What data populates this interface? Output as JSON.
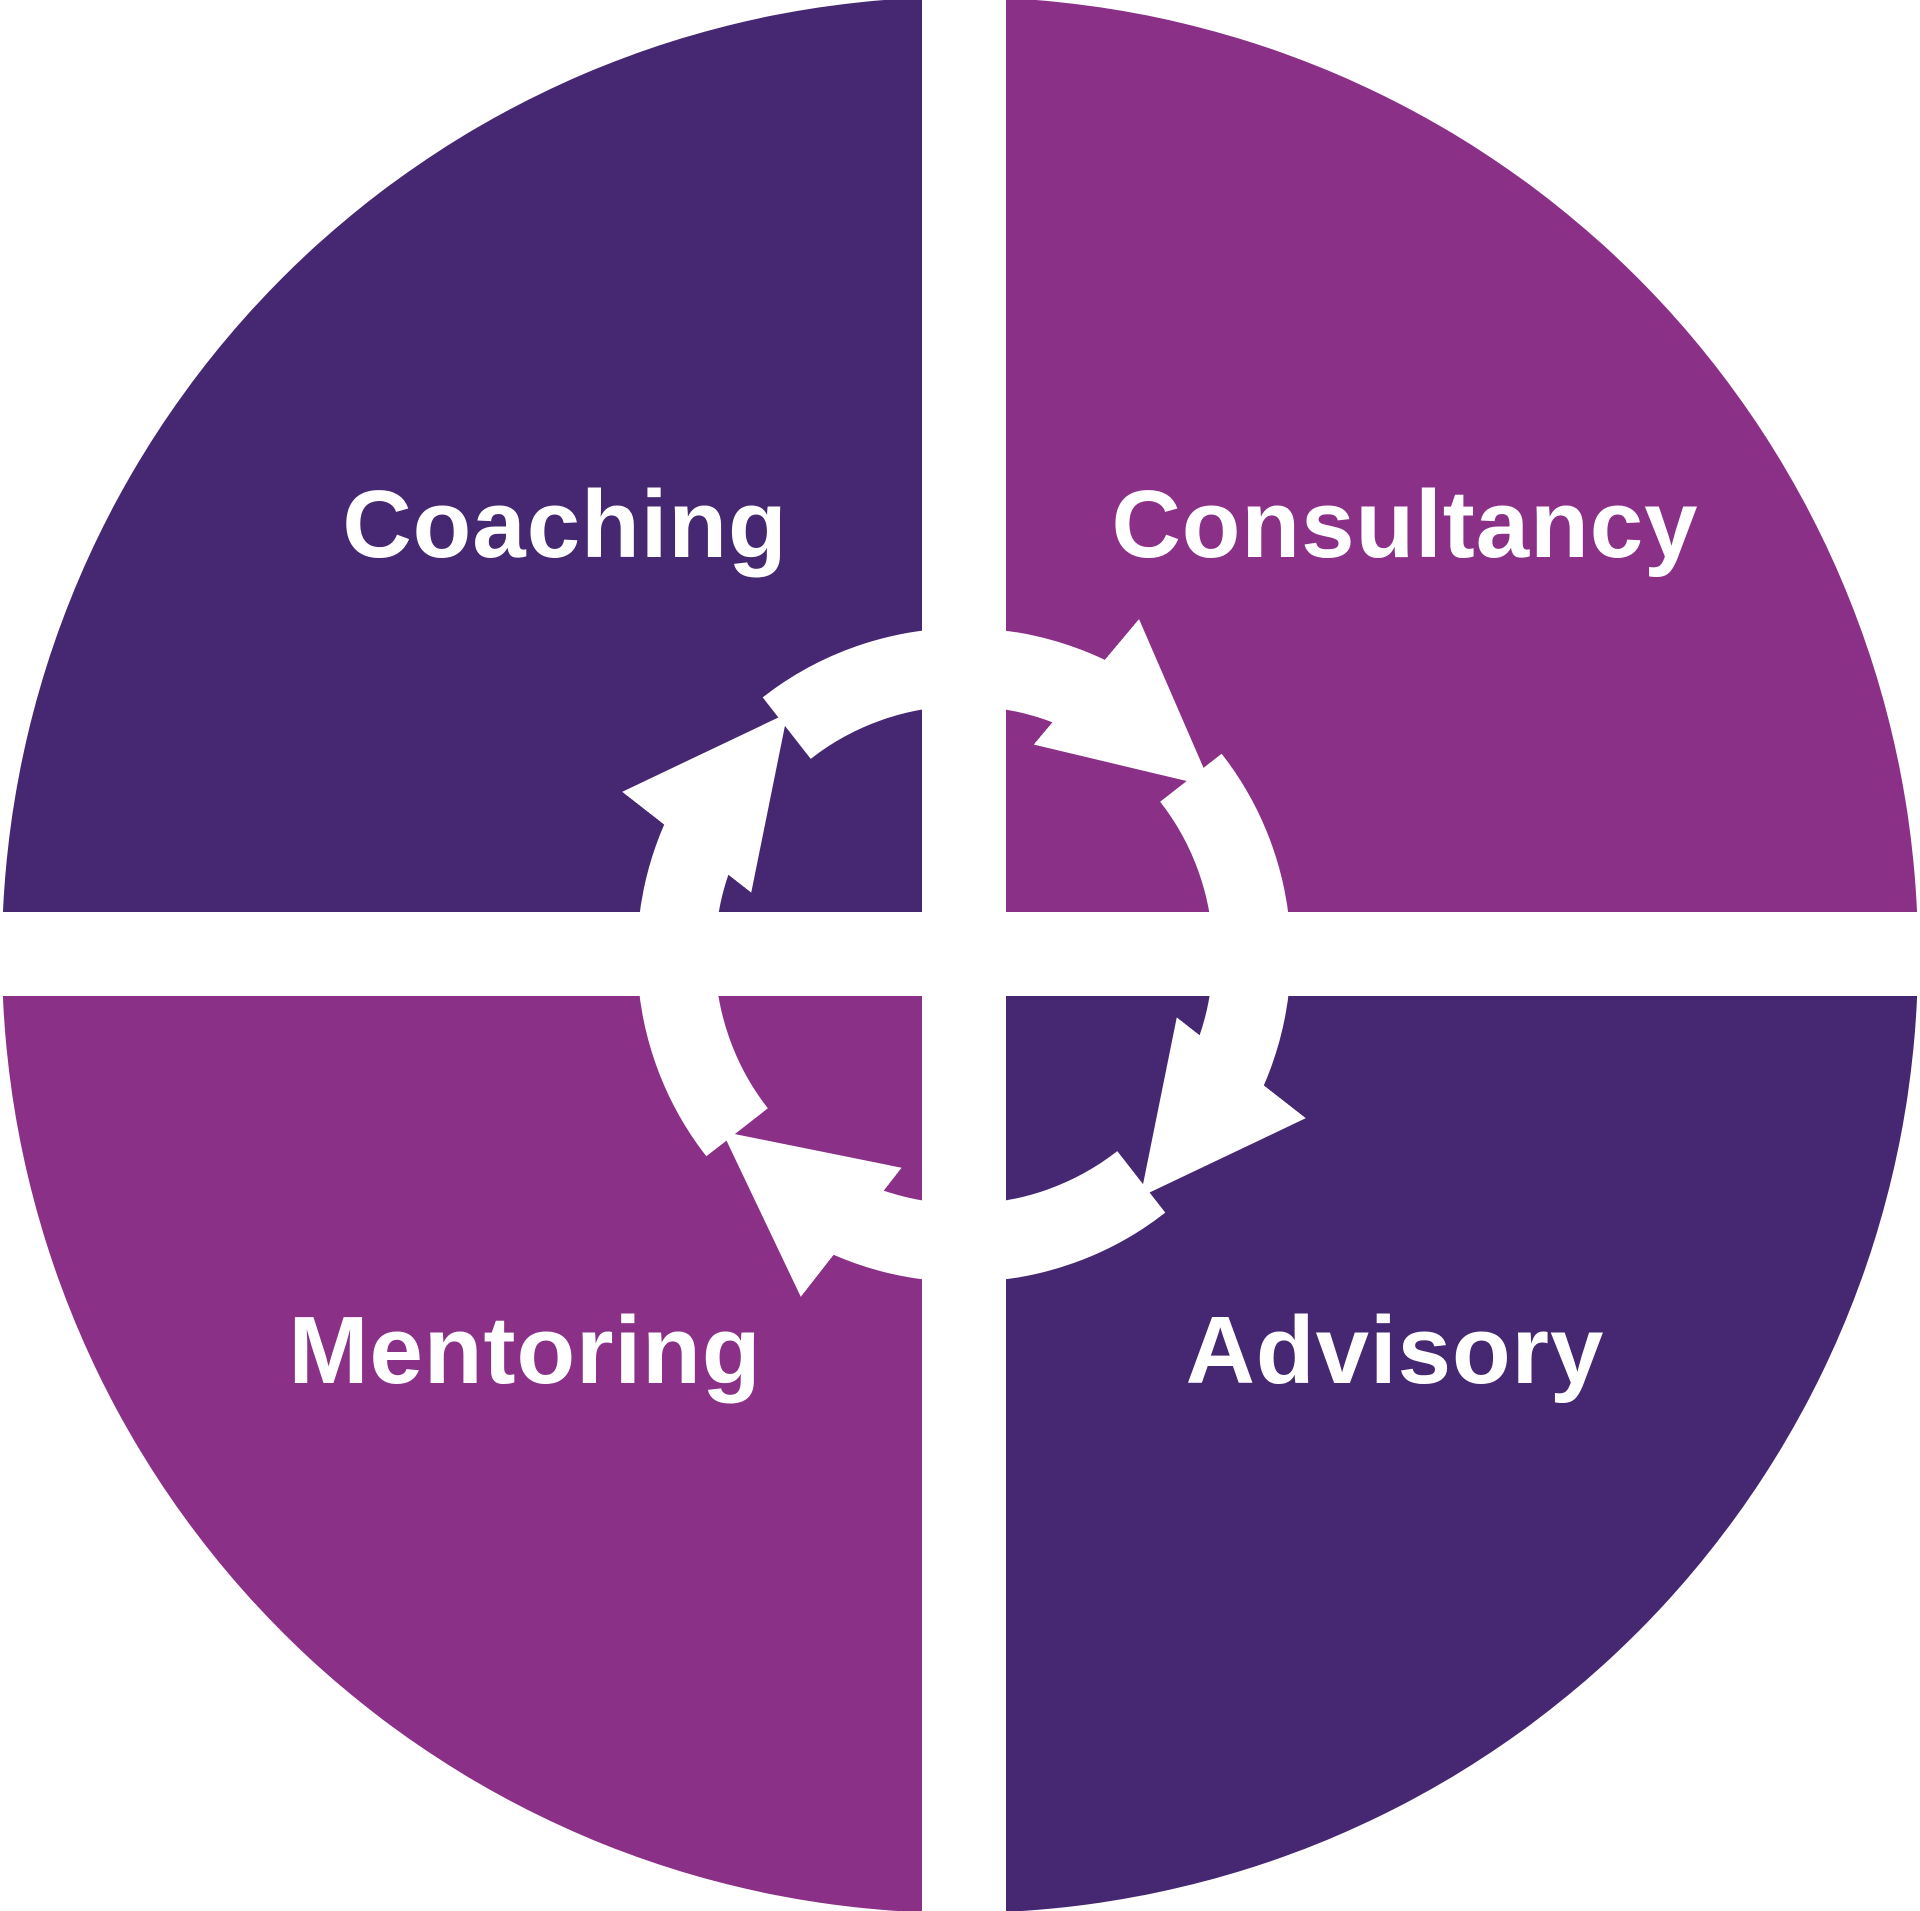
{
  "colors": {
    "dark_purple": "#462771",
    "magenta_purple": "#8a3087",
    "background": "#ffffff",
    "cycle_arrows": "#ffffff"
  },
  "quadrants": {
    "top_left": {
      "label": "Coaching",
      "color": "#462771"
    },
    "top_right": {
      "label": "Consultancy",
      "color": "#8a3087"
    },
    "bottom_left": {
      "label": "Mentoring",
      "color": "#8a3087"
    },
    "bottom_right": {
      "label": "Advisory",
      "color": "#462771"
    }
  },
  "cycle": {
    "direction": "clockwise",
    "arrow_count": 4
  }
}
